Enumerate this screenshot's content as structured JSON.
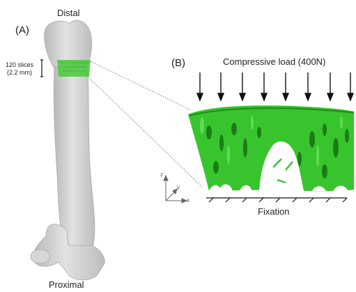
{
  "panel_a": {
    "label": "(A)",
    "top_label": "Distal",
    "bottom_label": "Proximal",
    "slice_note": [
      "120 slices",
      "(2.2 mm)"
    ]
  },
  "panel_b": {
    "label": "(B)",
    "load_label": "Compressive load (400N)",
    "fixation_label": "Fixation",
    "axes": {
      "z": "z",
      "y": "y",
      "x": "x"
    }
  },
  "colors": {
    "bone": "#cfcfcf",
    "trabecular_green": "#35c52b",
    "arrow": "#111111"
  }
}
